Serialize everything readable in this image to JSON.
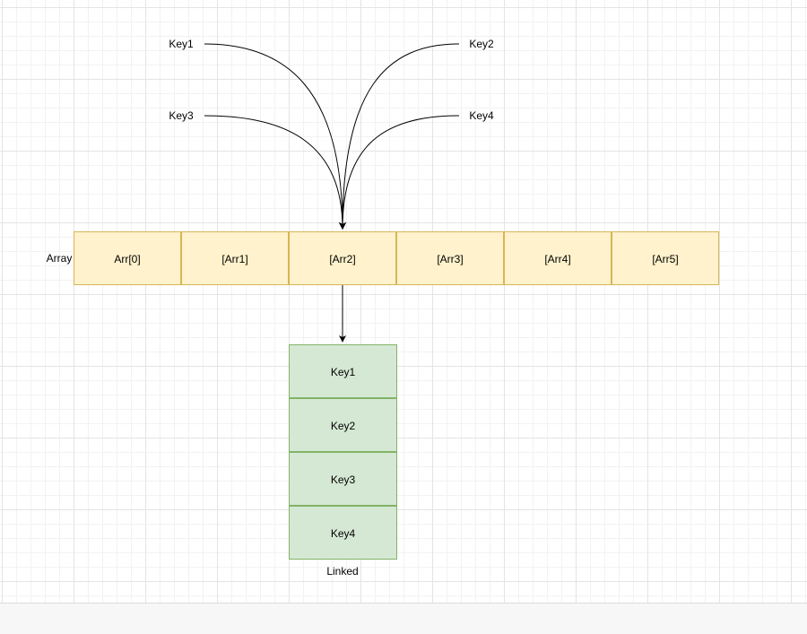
{
  "incoming_keys": [
    {
      "label": "Key1"
    },
    {
      "label": "Key2"
    },
    {
      "label": "Key3"
    },
    {
      "label": "Key4"
    }
  ],
  "array": {
    "label": "Array",
    "cells": [
      "Arr[0]",
      "[Arr1]",
      "[Arr2]",
      "[Arr3]",
      "[Arr4]",
      "[Arr5]"
    ]
  },
  "linked": {
    "label": "Linked",
    "nodes": [
      "Key1",
      "Key2",
      "Key3",
      "Key4"
    ]
  },
  "colors": {
    "array_fill": "#fff2cc",
    "array_stroke": "#d6b656",
    "list_fill": "#d5e8d4",
    "list_stroke": "#82b366",
    "connector": "#000000"
  }
}
